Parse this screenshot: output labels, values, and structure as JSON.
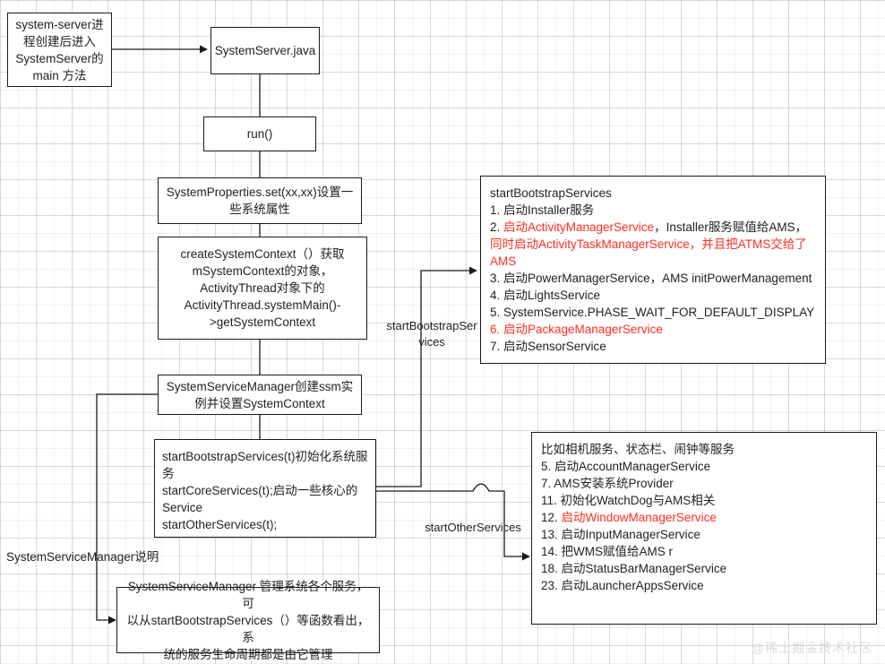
{
  "diagram": {
    "title": "SystemServer startup flow",
    "watermark": "@稀土掘金技术社区",
    "colors": {
      "stroke": "#1a1a1a",
      "text": "#222222",
      "highlight": "#ff2d21",
      "grid_minor": "rgba(0,0,0,0.055)",
      "grid_major": "rgba(0,0,0,0.10)"
    },
    "nodes": {
      "note_entry": {
        "lines": [
          "system-server进",
          "程创建后进入",
          "SystemServer的",
          "main 方法"
        ]
      },
      "system_server_java": {
        "label": "SystemServer.java"
      },
      "run": {
        "label": "run()"
      },
      "system_properties": {
        "lines": [
          "SystemProperties.set(xx,xx)设置一",
          "些系统属性"
        ]
      },
      "create_system_context": {
        "lines": [
          "createSystemContext（）获取",
          "mSystemContext的对象，",
          "ActivityThread对象下的",
          "ActivityThread.systemMain()-",
          ">getSystemContext"
        ]
      },
      "system_service_manager": {
        "lines": [
          "SystemServiceManager创建ssm实",
          "例并设置SystemContext"
        ]
      },
      "start_services": {
        "lines": [
          "startBootstrapServices(t)初始化系统服",
          "务",
          "startCoreServices(t);启动一些核心的",
          "Service",
          " startOtherServices(t);"
        ]
      },
      "bootstrap_detail": {
        "title": "startBootstrapServices",
        "items": [
          {
            "text": "1. 启动Installer服务",
            "color": "normal"
          },
          {
            "text": "2. 启动ActivityManagerService，Installer服务赋值给AMS，同时启动ActivityTaskManagerService，并且把ATMS交给了AMS",
            "color": "mixed"
          },
          {
            "text": "3. 启动PowerManagerService，AMS initPowerManagement",
            "color": "normal"
          },
          {
            "text": "4. 启动LightsService",
            "color": "normal"
          },
          {
            "text": "5. SystemService.PHASE_WAIT_FOR_DEFAULT_DISPLAY",
            "color": "normal"
          },
          {
            "text": "6. 启动PackageManagerService",
            "color": "red"
          },
          {
            "text": "7. 启动SensorService",
            "color": "normal"
          }
        ],
        "item2_parts": [
          {
            "text": "2. ",
            "color": "normal"
          },
          {
            "text": "启动ActivityManagerService",
            "color": "red"
          },
          {
            "text": "，Installer服务赋值给AMS，",
            "color": "normal"
          },
          {
            "text": "同时启动ActivityTaskManagerService，并且把ATMS交给了AMS",
            "color": "red"
          }
        ]
      },
      "other_detail": {
        "items": [
          {
            "text": "比如相机服务、状态栏、闹钟等服务",
            "color": "normal"
          },
          {
            "text": "5. 启动AccountManagerService",
            "color": "normal"
          },
          {
            "text": "7. AMS安装系统Provider",
            "color": "normal"
          },
          {
            "text": "11. 初始化WatchDog与AMS相关",
            "color": "normal"
          },
          {
            "text": "12. 启动WindowManagerService",
            "color": "split-red",
            "prefix": "12. ",
            "redpart": "启动WindowManagerService"
          },
          {
            "text": "13. 启动InputManagerService",
            "color": "normal"
          },
          {
            "text": "14. 把WMS赋值给AMS r",
            "color": "normal"
          },
          {
            "text": "18. 启动StatusBarManagerService",
            "color": "normal"
          },
          {
            "text": "23. 启动LauncherAppsService",
            "color": "normal"
          }
        ]
      },
      "ssm_note": {
        "lines": [
          "SystemServiceManager 管理系统各个服务，可",
          "以从startBootstrapServices（）等函数看出，系",
          "统的服务生命周期都是由它管理"
        ]
      }
    },
    "edge_labels": {
      "bootstrap": [
        "startBootstrapSer",
        "vices"
      ],
      "other": "startOtherServices"
    },
    "free_labels": {
      "ssm_caption": "SystemServiceManager说明"
    }
  }
}
